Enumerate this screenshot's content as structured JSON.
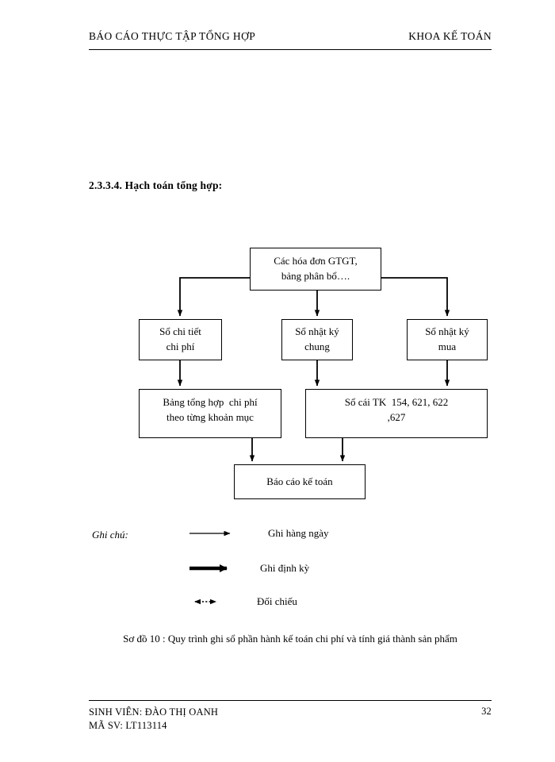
{
  "header": {
    "left": "BÁO CÁO THỰC TẬP TỔNG HỢP",
    "right": "KHOA KẾ TOÁN"
  },
  "section": {
    "title": "2.3.3.4. Hạch toán tổng hợp:"
  },
  "diagram": {
    "nodes": {
      "source": {
        "line1": "Các hóa đơn GTGT,",
        "line2": "bảng phân bổ…."
      },
      "detail": {
        "line1": "Sổ chi tiết",
        "line2": "chi phí"
      },
      "journal": {
        "line1": "Sổ nhật ký",
        "line2": "chung"
      },
      "purchase": {
        "line1": "Sổ nhật ký",
        "line2": "mua"
      },
      "summary": {
        "line1": "Bảng tổng hợp  chi phí",
        "line2": "theo từng khoản mục"
      },
      "ledger": {
        "line1": "Sổ cái TK  154, 621, 622",
        "line2": ",627"
      },
      "report": {
        "line1": "Báo cáo kế toán"
      }
    }
  },
  "legend": {
    "title": "Ghi chú:",
    "items": [
      {
        "label": "Ghi hàng ngày",
        "glyph": "thin-arrow-icon"
      },
      {
        "label": "Ghi định kỳ",
        "glyph": "thick-arrow-icon"
      },
      {
        "label": "Đối chiếu",
        "glyph": "dotted-double-arrow-icon"
      }
    ]
  },
  "caption": {
    "text": "Sơ đồ 10 : Quy trình ghi sổ phần hành kế toán chi phí và tính giá thành sản phẩm"
  },
  "footer": {
    "student": "SINH VIÊN: ĐÀO THỊ OANH",
    "student_id": "MÃ SV: LT113114",
    "page_number": "32"
  }
}
